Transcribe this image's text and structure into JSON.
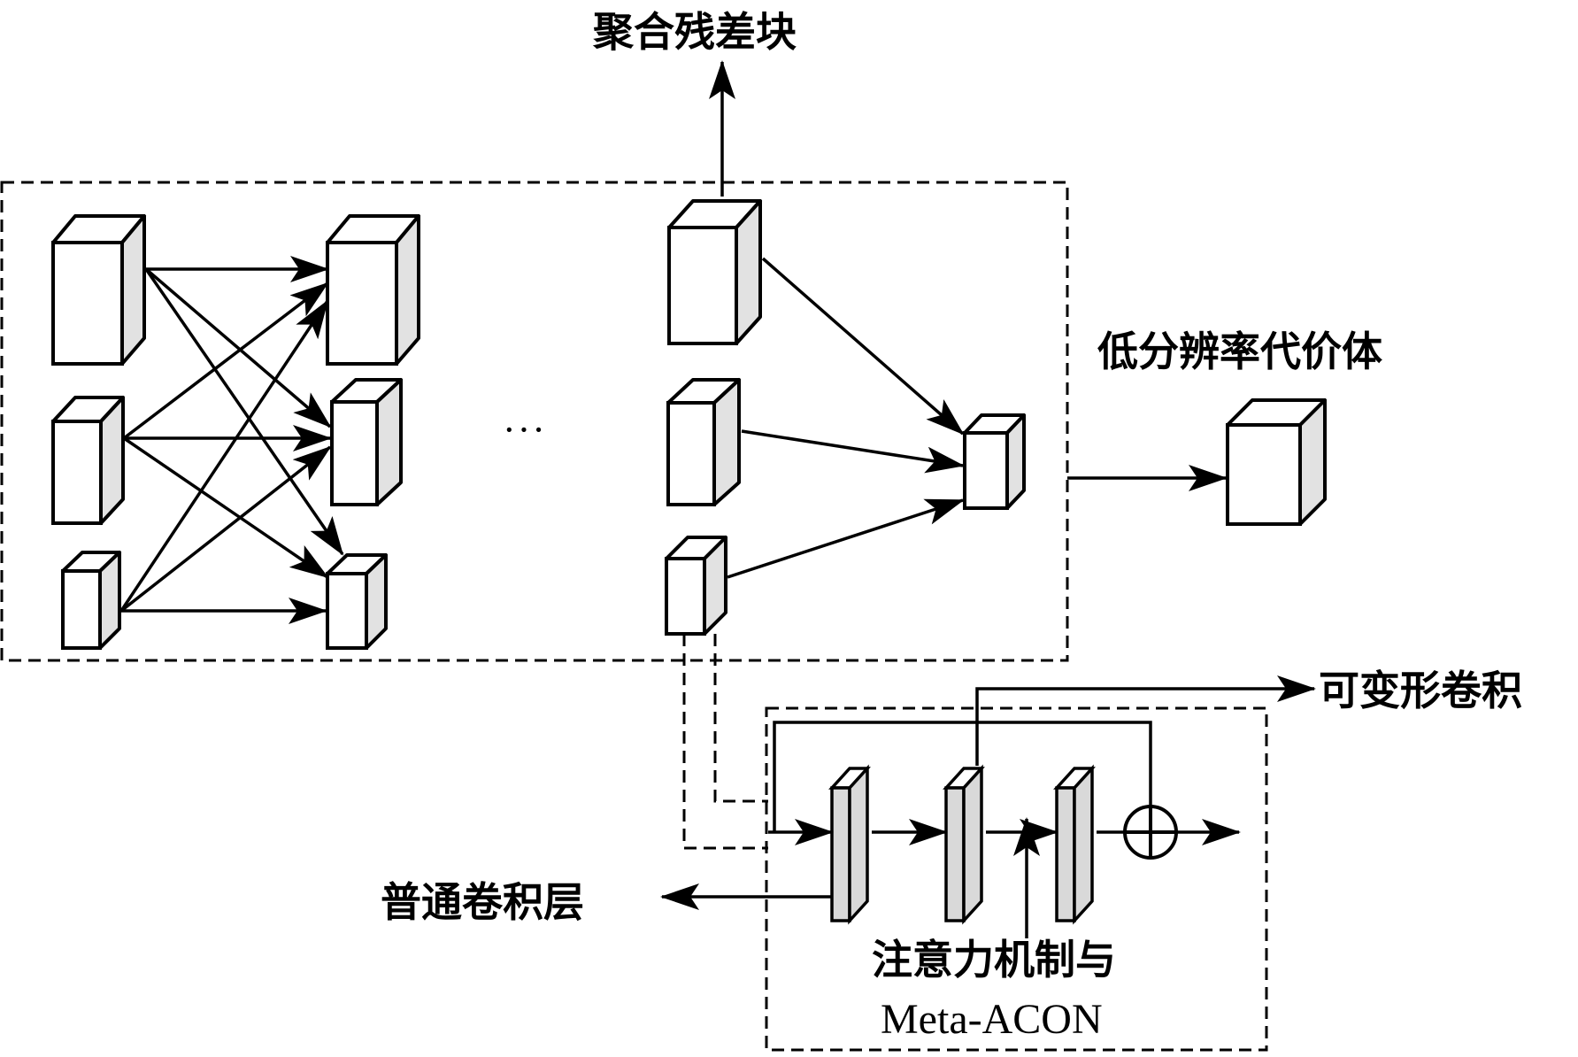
{
  "labels": {
    "aggregate_residual_block": "聚合残差块",
    "low_resolution_cost_volume": "低分辨率代价体",
    "deformable_convolution": "可变形卷积",
    "ordinary_conv_layer": "普通卷积层",
    "attention_line1": "注意力机制与",
    "attention_line2": "Meta-ACON",
    "ellipsis": "···"
  },
  "colors": {
    "stroke": "#000000",
    "cube_side": "#e2e2e2",
    "plate_face": "#d9d9d9",
    "background": "#ffffff"
  }
}
